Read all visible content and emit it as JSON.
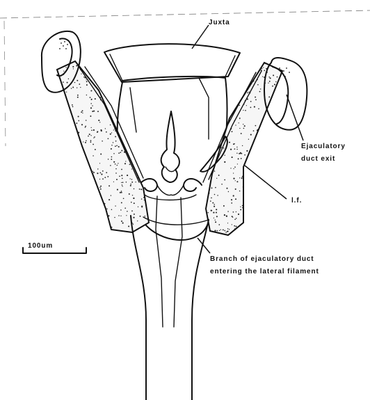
{
  "labels": {
    "juxta": "Juxta",
    "ejaculatory_line1": "Ejaculatory",
    "ejaculatory_line2": "duct exit",
    "lf": "l.f.",
    "branch_line1": "Branch of ejaculatory duct",
    "branch_line2": "entering the lateral filament"
  },
  "scale_bar": {
    "label": "100um"
  }
}
